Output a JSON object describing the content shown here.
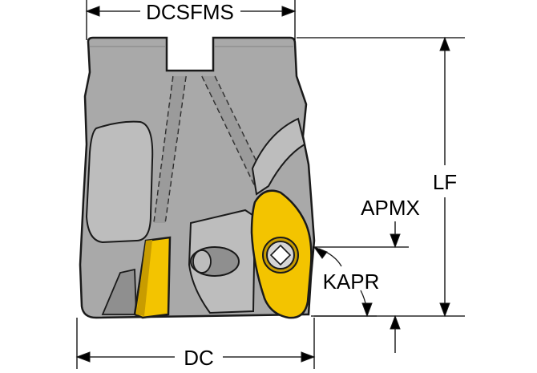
{
  "labels": {
    "dcsfms": "DCSFMS",
    "lf": "LF",
    "apmx": "APMX",
    "kapr": "KAPR",
    "dc": "DC"
  },
  "colors": {
    "body": "#a9a9a9",
    "body_light": "#bdbdbd",
    "body_dark": "#8f8f8f",
    "outline": "#1a1a1a",
    "insert": "#f3c400",
    "insert_dark": "#c89c00",
    "dimension": "#000000"
  },
  "icons": {
    "screw": "torx-screw-icon",
    "arrow": "dimension-arrow-icon"
  }
}
